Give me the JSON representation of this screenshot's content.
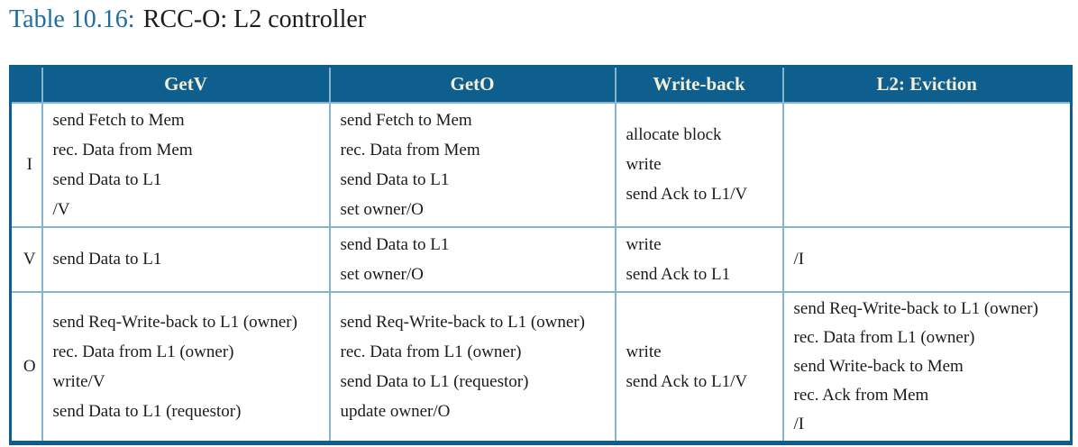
{
  "page": {
    "caption_number": "Table 10.16:",
    "caption_text": "RCC-O: L2 controller"
  },
  "colors": {
    "caption_accent": "#1e6da3",
    "header_bg": "#0e5f8e",
    "header_text": "#f3eed7",
    "outer_border": "#0e5f8e",
    "grid_line": "#85b5ce",
    "eviction_empty_bg": "#b9cfc3",
    "body_text": "#1b1b1b"
  },
  "table": {
    "headers": [
      "",
      "GetV",
      "GetO",
      "Write-back",
      "L2: Eviction"
    ],
    "rows": [
      {
        "state": "I",
        "getv": [
          "send Fetch to Mem",
          "rec. Data from Mem",
          "send Data to L1",
          "/V"
        ],
        "geto": [
          "send Fetch to Mem",
          "rec. Data from Mem",
          "send Data to L1",
          "set owner/O"
        ],
        "writeback": [
          "allocate block",
          "write",
          "send Ack to L1/V"
        ],
        "eviction": []
      },
      {
        "state": "V",
        "getv": [
          "send Data to L1"
        ],
        "geto": [
          "send Data to L1",
          "set owner/O"
        ],
        "writeback": [
          "write",
          "send Ack to L1"
        ],
        "eviction": [
          "/I"
        ]
      },
      {
        "state": "O",
        "getv": [
          "send Req-Write-back to L1 (owner)",
          "rec. Data from L1 (owner)",
          "write/V",
          "send Data to L1 (requestor)"
        ],
        "geto": [
          "send Req-Write-back to L1 (owner)",
          "rec. Data from L1 (owner)",
          "send Data to L1 (requestor)",
          "update owner/O"
        ],
        "writeback": [
          "write",
          "send Ack to L1/V"
        ],
        "eviction": [
          "send Req-Write-back to L1 (owner)",
          "rec. Data from L1 (owner)",
          "send Write-back to Mem",
          "rec. Ack from Mem",
          "/I"
        ]
      }
    ]
  }
}
